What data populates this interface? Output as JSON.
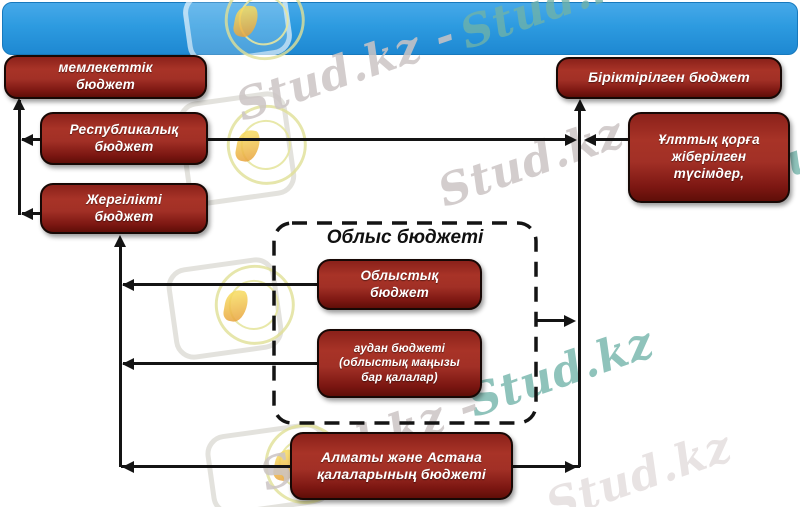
{
  "colors": {
    "accent_blue": "#2D9BE0",
    "node_red_light": "#A83327",
    "node_red_dark": "#5F0E08",
    "line_black": "#141414",
    "watermark_teal": "#70B2A8",
    "watermark_gray": "#CBC4C4"
  },
  "watermark": {
    "brand": "Stud.kz",
    "brand_sep": "Stud.kz - "
  },
  "diagram": {
    "group": {
      "title": "Облыс бюджеті"
    },
    "nodes": {
      "state_budget": {
        "label": "мемлекеттік\nбюджет"
      },
      "republican_budget": {
        "label": "Республикалық\nбюджет"
      },
      "local_budget": {
        "label": "Жергілікті\nбюджет"
      },
      "consolidated_budget": {
        "label": "Біріктірілген бюджет"
      },
      "national_fund_receipts": {
        "label": "Ұлттық қорға\nжіберілген\nтүсімдер,"
      },
      "oblast_budget": {
        "label": "Облыстық\nбюджет"
      },
      "district_budget": {
        "label": "аудан бюджеті\n(облыстық маңызы\nбар қалалар)"
      },
      "almaty_astana_budget": {
        "label": "Алматы және Астана\nқалаларының бюджеті"
      }
    },
    "edges": [
      {
        "from": "republican_budget",
        "to": "state_budget"
      },
      {
        "from": "local_budget",
        "to": "state_budget"
      },
      {
        "from": "oblast_budget",
        "to": "local_budget"
      },
      {
        "from": "district_budget",
        "to": "local_budget"
      },
      {
        "from": "almaty_astana_budget",
        "to": "local_budget"
      },
      {
        "from": "republican_budget",
        "to": "consolidated_budget"
      },
      {
        "from": "national_fund_receipts",
        "to": "consolidated_budget"
      },
      {
        "from": "oblast_group",
        "to": "consolidated_budget"
      },
      {
        "from": "almaty_astana_budget",
        "to": "consolidated_budget"
      }
    ]
  }
}
